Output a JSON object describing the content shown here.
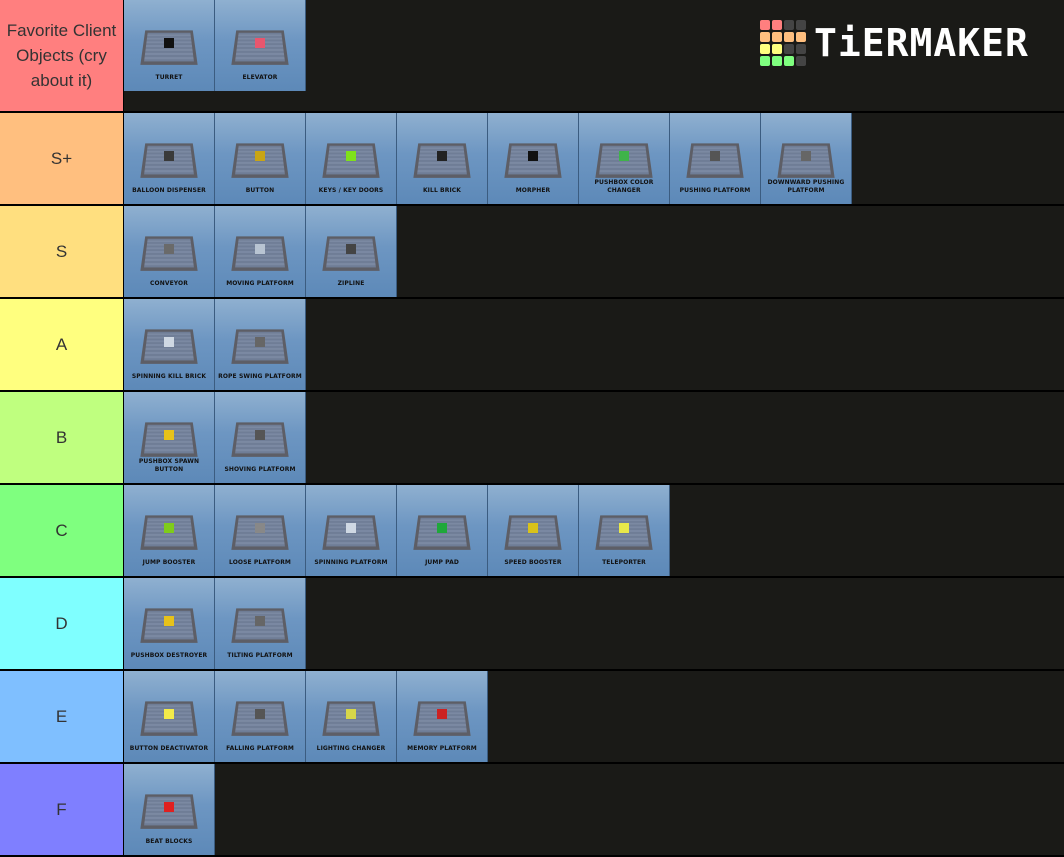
{
  "logo": {
    "text": "TiERMAKER",
    "grid_colors": [
      "#ff7f7f",
      "#ff7f7f",
      "#444444",
      "#444444",
      "#ffbf7f",
      "#ffbf7f",
      "#ffbf7f",
      "#ffbf7f",
      "#ffff7f",
      "#ffff7f",
      "#444444",
      "#444444",
      "#7fff7f",
      "#7fff7f",
      "#7fff7f",
      "#444444"
    ]
  },
  "tiers": [
    {
      "label": "Favorite Client Objects (cry about it)",
      "color": "#ff7f7f",
      "items": [
        {
          "name": "TURRET",
          "accent": "#111111"
        },
        {
          "name": "ELEVATOR",
          "accent": "#e8566e"
        }
      ]
    },
    {
      "label": "S+",
      "color": "#ffbf7f",
      "items": [
        {
          "name": "BALLOON DISPENSER",
          "accent": "#3a3a3a"
        },
        {
          "name": "BUTTON",
          "accent": "#c9a515"
        },
        {
          "name": "KEYS / KEY DOORS",
          "accent": "#7fe11a"
        },
        {
          "name": "KILL BRICK",
          "accent": "#222222"
        },
        {
          "name": "MORPHER",
          "accent": "#111111"
        },
        {
          "name": "PUSHBOX COLOR CHANGER",
          "accent": "#3fb34a"
        },
        {
          "name": "PUSHING PLATFORM",
          "accent": "#555555"
        },
        {
          "name": "DOWNWARD PUSHING PLATFORM",
          "accent": "#666666"
        }
      ]
    },
    {
      "label": "S",
      "color": "#ffdf7f",
      "items": [
        {
          "name": "CONVEYOR",
          "accent": "#6a6a6a"
        },
        {
          "name": "MOVING PLATFORM",
          "accent": "#b8c4d2"
        },
        {
          "name": "ZIPLINE",
          "accent": "#444444"
        }
      ]
    },
    {
      "label": "A",
      "color": "#ffff7f",
      "items": [
        {
          "name": "SPINNING KILL BRICK",
          "accent": "#cfd8e3"
        },
        {
          "name": "ROPE SWING PLATFORM",
          "accent": "#666666"
        }
      ]
    },
    {
      "label": "B",
      "color": "#bfff7f",
      "items": [
        {
          "name": "PUSHBOX SPAWN BUTTON",
          "accent": "#e7c21a"
        },
        {
          "name": "SHOVING PLATFORM",
          "accent": "#555555"
        }
      ]
    },
    {
      "label": "C",
      "color": "#7fff7f",
      "items": [
        {
          "name": "JUMP BOOSTER",
          "accent": "#7fcc1a"
        },
        {
          "name": "LOOSE PLATFORM",
          "accent": "#888888"
        },
        {
          "name": "SPINNING PLATFORM",
          "accent": "#cfd8e3"
        },
        {
          "name": "JUMP PAD",
          "accent": "#1fa83a"
        },
        {
          "name": "SPEED BOOSTER",
          "accent": "#d9c21a"
        },
        {
          "name": "TELEPORTER",
          "accent": "#e8e84a"
        }
      ]
    },
    {
      "label": "D",
      "color": "#7fffff",
      "items": [
        {
          "name": "PUSHBOX DESTROYER",
          "accent": "#e7c21a"
        },
        {
          "name": "TILTING PLATFORM",
          "accent": "#666666"
        }
      ]
    },
    {
      "label": "E",
      "color": "#7fbfff",
      "items": [
        {
          "name": "BUTTON DEACTIVATOR",
          "accent": "#f2ea4a"
        },
        {
          "name": "FALLING PLATFORM",
          "accent": "#555555"
        },
        {
          "name": "LIGHTING CHANGER",
          "accent": "#d6d64a"
        },
        {
          "name": "MEMORY PLATFORM",
          "accent": "#cc2222"
        }
      ]
    },
    {
      "label": "F",
      "color": "#7f7fff",
      "items": [
        {
          "name": "BEAT BLOCKS",
          "accent": "#e02020"
        }
      ]
    }
  ]
}
